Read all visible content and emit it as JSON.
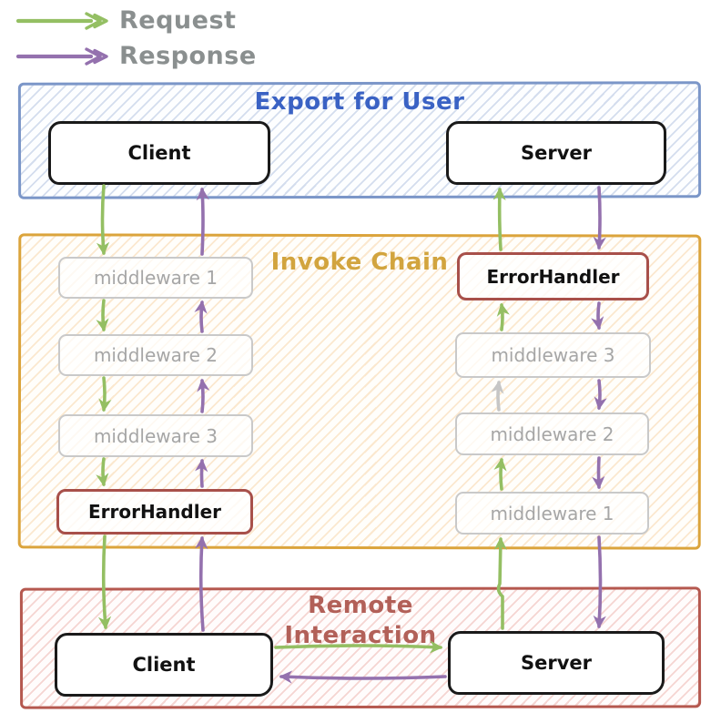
{
  "legend": {
    "request": "Request",
    "response": "Response"
  },
  "groups": {
    "export": {
      "title": "Export for User",
      "client": "Client",
      "server": "Server"
    },
    "invoke": {
      "title": "Invoke Chain",
      "left": {
        "middleware1": "middleware 1",
        "middleware2": "middleware 2",
        "middleware3": "middleware 3",
        "error_handler": "ErrorHandler"
      },
      "right": {
        "error_handler": "ErrorHandler",
        "middleware3": "middleware 3",
        "middleware2": "middleware 2",
        "middleware1": "middleware 1"
      }
    },
    "remote": {
      "title_line1": "Remote",
      "title_line2": "Interaction",
      "client": "Client",
      "server": "Server"
    }
  },
  "colors": {
    "request_green": "#94bf63",
    "response_purple": "#9471ae",
    "skip_gray": "#c6c6c6",
    "export_blue_border": "#7b96c8",
    "export_title_blue": "#3a62c4",
    "invoke_gold_border": "#dba43c",
    "invoke_title_gold": "#d2a43e",
    "remote_red_border": "#b5584f",
    "remote_title_red": "#b26058",
    "error_handler_red": "#a8504a",
    "node_black": "#1a1a1a",
    "middleware_gray": "#a6a6a6",
    "legend_text_gray": "#8a8f8f"
  }
}
